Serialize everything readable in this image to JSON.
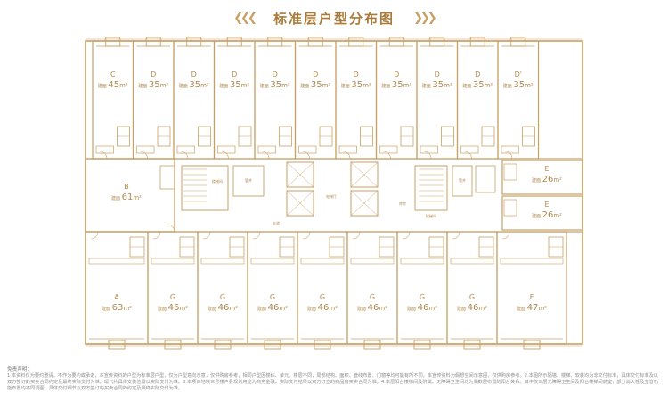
{
  "header": {
    "title": "标准层户型分布图",
    "left_chevrons": "❮❮❮",
    "right_chevrons": "❯❯❯"
  },
  "colors": {
    "wall": "#c9a063",
    "title": "#a97a38",
    "text": "#b08a50",
    "disclaimer": "#8e8e8e"
  },
  "area_prefix": "建面",
  "area_unit": "m²",
  "units_top": [
    {
      "label": "C",
      "area": "45"
    },
    {
      "label": "D",
      "area": "35"
    },
    {
      "label": "D",
      "area": "35"
    },
    {
      "label": "D",
      "area": "35"
    },
    {
      "label": "D",
      "area": "35"
    },
    {
      "label": "D",
      "area": "35"
    },
    {
      "label": "D",
      "area": "35"
    },
    {
      "label": "D",
      "area": "35"
    },
    {
      "label": "D",
      "area": "35"
    },
    {
      "label": "D",
      "area": "35"
    },
    {
      "label": "D'",
      "area": "35"
    }
  ],
  "unit_b": {
    "label": "B",
    "area": "61"
  },
  "units_e": [
    {
      "label": "E",
      "area": "26"
    },
    {
      "label": "E",
      "area": "26"
    }
  ],
  "units_bottom": [
    {
      "label": "A",
      "area": "63"
    },
    {
      "label": "G",
      "area": "46"
    },
    {
      "label": "G",
      "area": "46"
    },
    {
      "label": "G",
      "area": "46"
    },
    {
      "label": "G",
      "area": "46"
    },
    {
      "label": "G",
      "area": "46"
    },
    {
      "label": "G",
      "area": "46"
    },
    {
      "label": "G",
      "area": "46"
    },
    {
      "label": "F",
      "area": "47"
    }
  ],
  "core_labels": {
    "corridor": "走道",
    "elevator_hall": "电梯厅",
    "stair_left": "楼梯间",
    "stair_right": "楼梯间",
    "shaft_left": "管井",
    "shaft_right": "管井",
    "storage": "库房"
  },
  "disclaimer": {
    "title": "免责声明：",
    "text": "1.本资料仅为要约邀请，不作为要约或承诺，本宣传资料的户型为标准层户型，仅为户型意向示意，仅供购房参考，相同户型因楼栋、单元、楼层不同，局部结构、面积、管线布置、门窗等均可能有所不同，本宣传资料为假想空间示意图，仅供购房参考。2.本图所示隔墙、楼梯、软装均为非交付标准，具体交付标准及以双方签订的买卖合同约定及最终实际交付为准。暖气片具体安装位置以实际交付为准。3.本项目地块三号楼户县规划用途为商务金融，实际交付结果以双方订立的商品房买卖合同为准。4.本层阳台楼梯间及附属、无障碍卫生间均为偶数层布置的阳台关系。其中仅三层无障碍卫生间及阳台楼梯间前室，部分消火栓及立管功能布置均不同调图。具体交付细节以双方签订的买卖合同的约定及最终实际交付为准。"
  }
}
